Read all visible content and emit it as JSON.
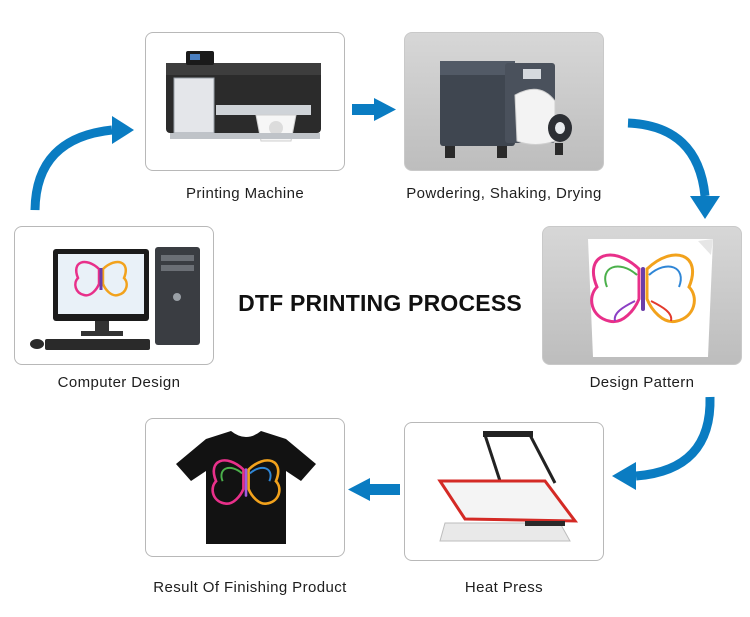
{
  "title": "DTF PRINTING PROCESS",
  "steps": {
    "printing_machine": "Printing Machine",
    "powdering": "Powdering, Shaking, Drying",
    "design_pattern": "Design Pattern",
    "heat_press": "Heat Press",
    "result": "Result Of Finishing Product",
    "computer_design": "Computer Design"
  },
  "colors": {
    "arrow": "#0a7cc2",
    "press_red": "#d42a25"
  }
}
